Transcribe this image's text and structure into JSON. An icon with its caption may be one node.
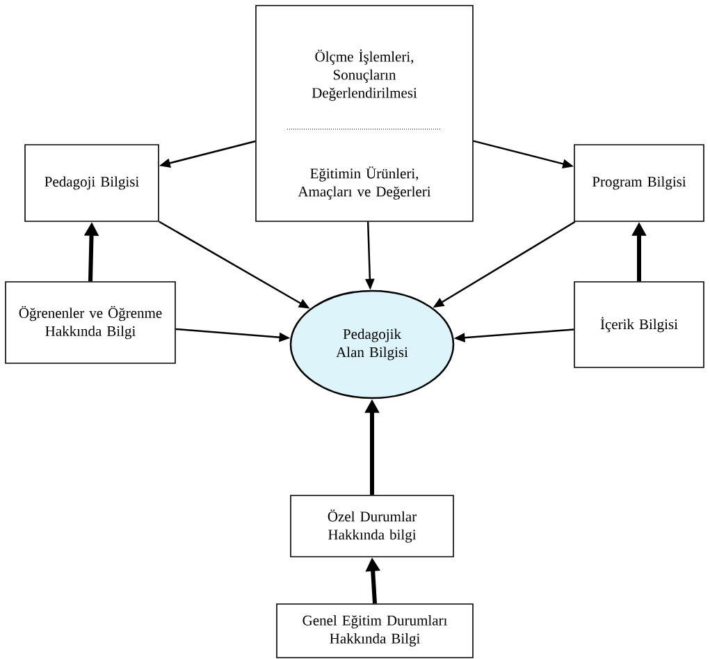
{
  "diagram": {
    "nodes": [
      {
        "text": [
          "Ölçme İşlemleri, Sonuçların Değerlendirilmesi",
          "Eğitimin Ürünleri, Amaçları ve Değerleri"
        ]
      },
      {
        "text": [
          "Pedagoji Bilgisi"
        ]
      },
      {
        "text": [
          "Program Bilgisi"
        ]
      },
      {
        "text": [
          "Öğrenenler ve Öğrenme Hakkında Bilgi"
        ]
      },
      {
        "text": [
          "Pedagojik Alan Bilgisi"
        ]
      },
      {
        "text": [
          "İçerik Bilgisi"
        ]
      },
      {
        "text": [
          "Özel Durumlar Hakkında bilgi"
        ]
      },
      {
        "text": [
          "Genel Eğitim Durumları Hakkında Bilgi"
        ]
      }
    ],
    "edges": [
      {
        "from": 0,
        "to": 1,
        "arrow": "to"
      },
      {
        "from": 0,
        "to": 2,
        "arrow": "to"
      },
      {
        "from": 1,
        "to": 4,
        "arrow": "to"
      },
      {
        "from": 0,
        "to": 4,
        "arrow": "to"
      },
      {
        "from": 2,
        "to": 4,
        "arrow": "to"
      },
      {
        "from": 3,
        "to": 1,
        "arrow": "to",
        "style": "thick"
      },
      {
        "from": 5,
        "to": 2,
        "arrow": "to",
        "style": "thick"
      },
      {
        "from": 3,
        "to": 4,
        "arrow": "to"
      },
      {
        "from": 5,
        "to": 4,
        "arrow": "to"
      },
      {
        "from": 6,
        "to": 4,
        "arrow": "to",
        "style": "thick"
      },
      {
        "from": 7,
        "to": 6,
        "arrow": "to",
        "style": "thick"
      }
    ]
  }
}
